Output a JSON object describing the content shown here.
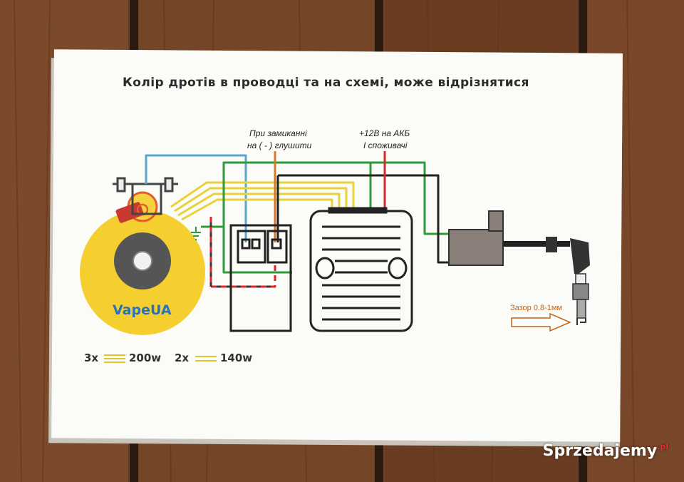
{
  "title": "Колір дротів в проводці та на схемі, може відрізнятися",
  "notes": {
    "short_circuit_line1": "При замиканні",
    "short_circuit_line2": "на ( - ) глушити",
    "battery_line1": "+12В на АКБ",
    "battery_line2": "І споживачі"
  },
  "brand": "VapeUA",
  "gap_label": "Зазор 0.8-1мм",
  "legend": [
    {
      "count": "3x",
      "power": "200w"
    },
    {
      "count": "2x",
      "power": "140w"
    }
  ],
  "watermark": {
    "name": "Sprzedajemy",
    "suffix": ".pl"
  },
  "colors": {
    "wood": "#6b3f22",
    "paper": "#fbfbf8",
    "wire_blue": "#5aa6cf",
    "wire_green": "#2f9a3c",
    "wire_red": "#d8282a",
    "wire_black": "#222222",
    "wire_orange": "#d87a2c",
    "wire_yellow": "#e8d23a",
    "stator_yellow": "#f4cf2f"
  },
  "icons": [
    "ground-icon",
    "arrow-right-icon"
  ]
}
